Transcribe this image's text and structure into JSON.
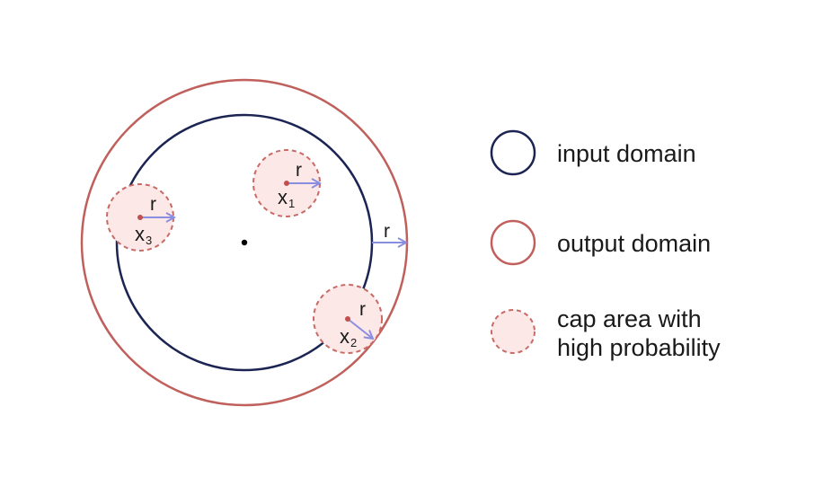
{
  "colors": {
    "input_domain_stroke": "#1b2452",
    "output_domain_stroke": "#c0605c",
    "cap_fill": "#fde8e8",
    "cap_stroke": "#c86a66",
    "radius_arrow": "#8a8ee0",
    "point": "#c0504d",
    "center_dot": "#000000"
  },
  "labels": {
    "radius": "r",
    "x_symbol": "x",
    "x1_index": "1",
    "x2_index": "2",
    "x3_index": "3"
  },
  "legend": {
    "input_domain": "input domain",
    "output_domain": "output domain",
    "cap_line1": "cap area with",
    "cap_line2": "high probability"
  }
}
